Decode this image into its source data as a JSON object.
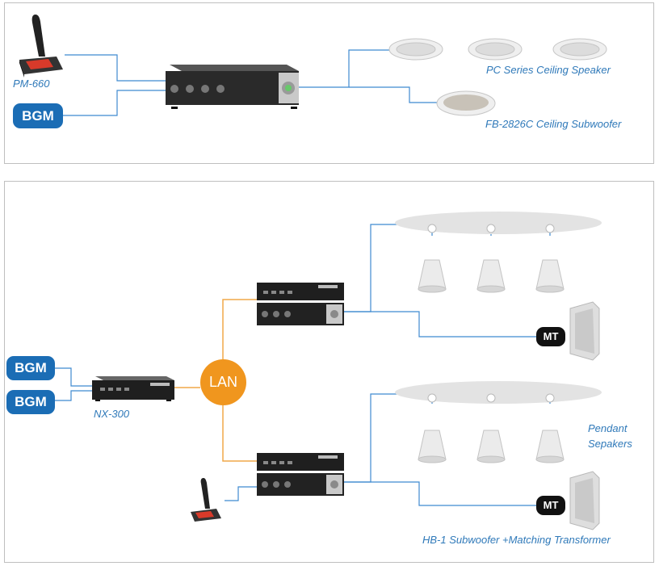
{
  "top_panel": {
    "mic_label": "PM-660",
    "bgm_label": "BGM",
    "ceiling_speaker_label": "PC Series Ceiling Speaker",
    "subwoofer_label": "FB-2826C Ceiling Subwoofer"
  },
  "bottom_panel": {
    "bgm_labels": [
      "BGM",
      "BGM"
    ],
    "controller_label": "NX-300",
    "lan_label": "LAN",
    "mt_labels": [
      "MT",
      "MT"
    ],
    "pendant_label_line1": "Pendant",
    "pendant_label_line2": "Sepakers",
    "subwoofer_label": "HB-1 Subwoofer +Matching Transformer"
  },
  "colors": {
    "label_blue": "#2f79b9",
    "bgm_pill": "#1b6db5",
    "wire_blue": "#3f8ad0",
    "wire_orange": "#f0a848",
    "lan_orange": "#f0961e"
  }
}
